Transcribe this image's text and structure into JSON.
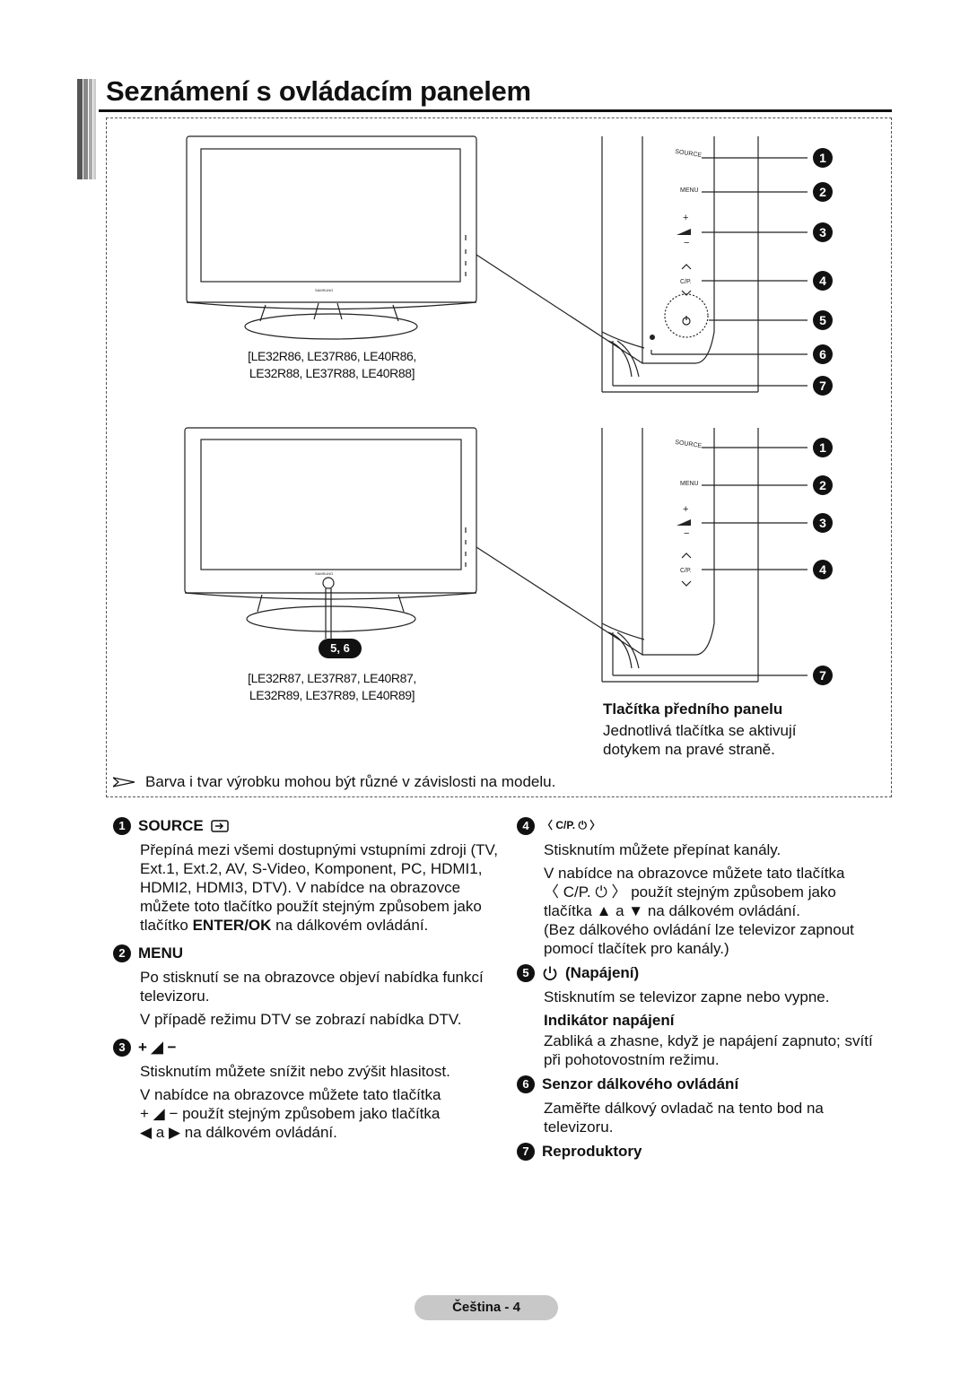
{
  "page": {
    "title": "Seznámení s ovládacím panelem",
    "footer": "Čeština - 4"
  },
  "illustration": {
    "caption_top_line1": "[LE32R86, LE37R86, LE40R86,",
    "caption_top_line2": "LE32R88, LE37R88, LE40R88]",
    "caption_bottom_line1": "[LE32R87, LE37R87, LE40R87,",
    "caption_bottom_line2": "LE32R89, LE37R89, LE40R89]",
    "callout_56": "5, 6",
    "callouts_top": [
      "1",
      "2",
      "3",
      "4",
      "5",
      "6",
      "7"
    ],
    "callouts_bottom": [
      "1",
      "2",
      "3",
      "4",
      "7"
    ],
    "button_labels": {
      "source": "SOURCE",
      "menu": "MENU",
      "cp": "C/P."
    },
    "brand": "SAMSUNG"
  },
  "front_panel": {
    "title": "Tlačítka předního panelu",
    "desc": "Jednotlivá tlačítka se aktivují dotykem na pravé straně."
  },
  "note": "Barva i tvar výrobku mohou být různé v závislosti na modelu.",
  "items": {
    "source": {
      "num": "1",
      "label": "SOURCE",
      "text_pre": "Přepíná mezi všemi dostupnými vstupními zdroji (TV, Ext.1, Ext.2, AV, S-Video, Komponent, PC, HDMI1, HDMI2, HDMI3, DTV). V nabídce na obrazovce můžete toto tlačítko použít stejným způsobem jako tlačítko ",
      "text_bold": "ENTER/OK",
      "text_post": " na dálkovém ovládání."
    },
    "menu": {
      "num": "2",
      "label": "MENU",
      "text1": "Po stisknutí se na obrazovce objeví nabídka funkcí televizoru.",
      "text2": "V případě režimu DTV se zobrazí nabídka DTV."
    },
    "volume": {
      "num": "3",
      "label": "+ ◢ −",
      "text1": "Stisknutím můžete snížit nebo zvýšit hlasitost.",
      "text2": "V nabídce na obrazovce můžete tato tlačítka",
      "text3": "+ ◢ − použít stejným způsobem jako tlačítka",
      "text4": "◀ a ▶ na dálkovém ovládání."
    },
    "channel": {
      "num": "4",
      "label": "〈 C/P. ⏻ 〉",
      "text1": "Stisknutím můžete přepínat kanály.",
      "text2": "V nabídce na obrazovce můžete tato tlačítka",
      "text3": "〈 C/P. ⏻ 〉 použít stejným způsobem jako",
      "text4": "tlačítka ▲ a ▼ na dálkovém ovládání.",
      "text5": "(Bez dálkového ovládání lze televizor zapnout pomocí tlačítek pro kanály.)"
    },
    "power": {
      "num": "5",
      "label": "(Napájení)",
      "text1": "Stisknutím se televizor zapne nebo vypne.",
      "sub_head": "Indikátor napájení",
      "text2": "Zabliká a zhasne, když je napájení zapnuto; svítí při pohotovostním režimu."
    },
    "sensor": {
      "num": "6",
      "label": "Senzor dálkového ovládání",
      "text": "Zaměřte dálkový ovladač na tento bod na televizoru."
    },
    "speakers": {
      "num": "7",
      "label": "Reproduktory"
    }
  }
}
